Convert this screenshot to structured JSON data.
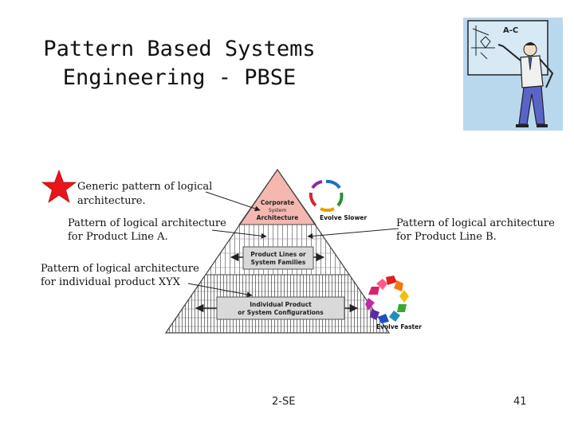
{
  "slide": {
    "title_line1": "Pattern Based Systems",
    "title_line2": "Engineering - PBSE",
    "footer_center": "2-SE",
    "page_number": "41",
    "clipart_icon": "presenter-at-whiteboard-icon",
    "clipart_board_text": "A-C"
  },
  "diagram": {
    "labels": {
      "generic_line1": "Generic pattern of logical",
      "generic_line2": "architecture.",
      "product_line_a_line1": "Pattern of logical architecture",
      "product_line_a_line2": "for Product Line A.",
      "product_line_b_line1": "Pattern of logical architecture",
      "product_line_b_line2": "for Product Line B.",
      "individual_line1": "Pattern of logical architecture",
      "individual_line2": "for individual product XYX"
    },
    "pyramid": {
      "top_line1": "Corporate",
      "top_line2": "System",
      "top_line3": "Architecture",
      "mid_line1": "Product Lines or",
      "mid_line2": "System Families",
      "bottom_line1": "Individual Product",
      "bottom_line2": "or System Configurations"
    },
    "cycles": {
      "slow_label": "Evolve Slower",
      "fast_label": "Evolve Faster"
    },
    "star_color": "#e8151a",
    "apex_color": "#f4b8b0"
  }
}
